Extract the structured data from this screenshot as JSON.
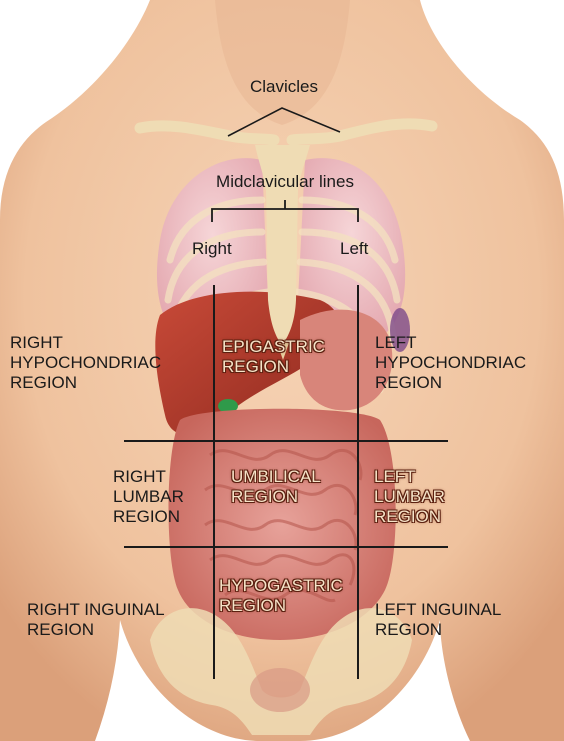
{
  "labels": {
    "clavicles": "Clavicles",
    "midclavicular_lines": "Midclavicular lines",
    "right": "Right",
    "left": "Left",
    "right_hypochondriac": "RIGHT\nHYPOCHONDRIAC\nREGION",
    "epigastric": "EPIGASTRIC\nREGION",
    "left_hypochondriac": "LEFT\nHYPOCHONDRIAC\nREGION",
    "right_lumbar": "RIGHT\nLUMBAR\nREGION",
    "umbilical": "UMBILICAL\nREGION",
    "left_lumbar": "LEFT\nLUMBAR\nREGION",
    "right_inguinal": "RIGHT INGUINAL\nREGION",
    "hypogastric": "HYPOGASTRIC\nREGION",
    "left_inguinal": "LEFT INGUINAL\nREGION"
  },
  "colors": {
    "skin": "#f2c7a3",
    "skin_shadow": "#dca27c",
    "lung": "#efc0c8",
    "liver": "#b33a2c",
    "intestine": "#d98a80",
    "bone": "#eedcb4",
    "grid_line": "#1a1a1a"
  }
}
